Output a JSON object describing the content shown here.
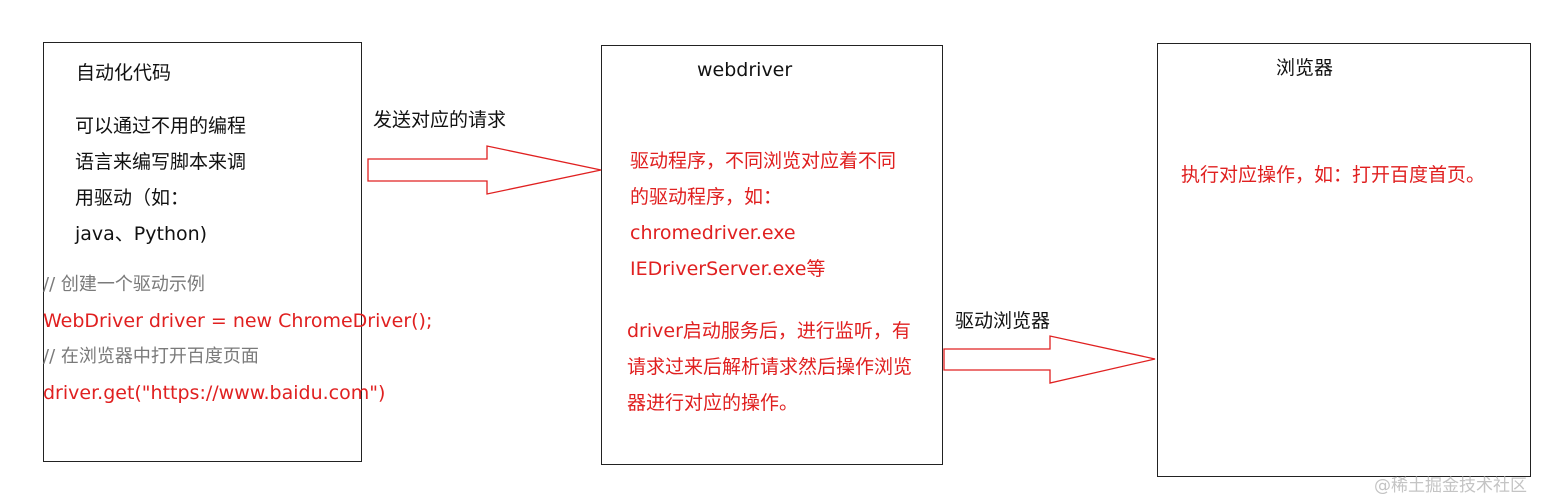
{
  "box1": {
    "title": "自动化代码",
    "lines": [
      "可以通过不用的编程",
      "语言来编写脚本来调",
      "用驱动（如：",
      "java、Python)"
    ],
    "code": [
      "// 创建一个驱动示例",
      "WebDriver driver = new ChromeDriver();",
      "// 在浏览器中打开百度页面",
      "driver.get(\"https://www.baidu.com\")"
    ]
  },
  "box2": {
    "title": "webdriver",
    "lines": [
      "驱动程序，不同浏览对应着不同",
      "的驱动程序，如：",
      "chromedriver.exe",
      "IEDriverServer.exe等"
    ],
    "lines2": [
      "driver启动服务后，进行监听，有",
      "请求过来后解析请求然后操作浏览",
      "器进行对应的操作。"
    ]
  },
  "box3": {
    "title": "浏览器",
    "text": "执行对应操作，如：打开百度首页。"
  },
  "arrow1": {
    "label": "发送对应的请求"
  },
  "arrow2": {
    "label": "驱动浏览器"
  },
  "colors": {
    "red": "#e02020",
    "gray": "#7a7a7a",
    "border": "#222222"
  },
  "watermark": "@稀土掘金技术社区"
}
